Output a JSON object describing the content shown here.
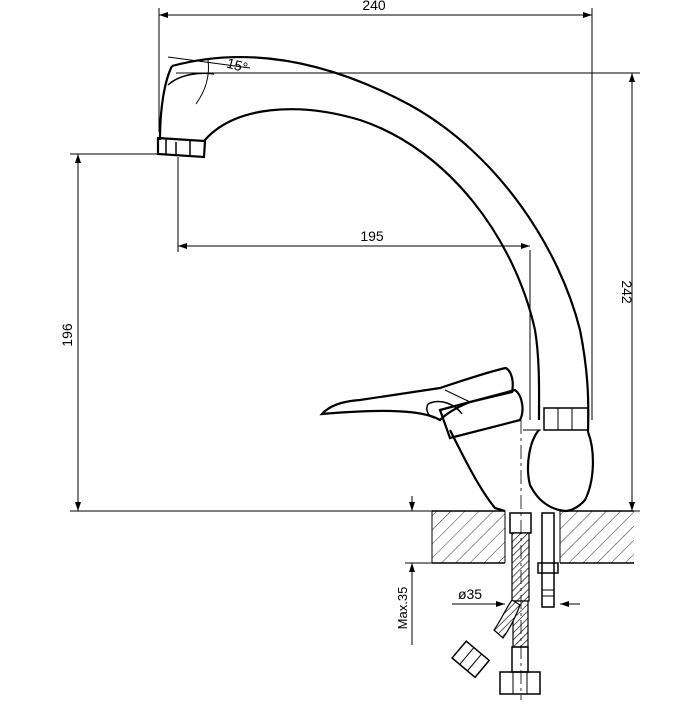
{
  "dimensions": {
    "overall_length": "240",
    "spout_reach": "195",
    "overall_height": "242",
    "spout_height": "196",
    "spout_angle": "15°",
    "hose_diameter": "ø35",
    "max_counter_thickness": "Max.35"
  }
}
